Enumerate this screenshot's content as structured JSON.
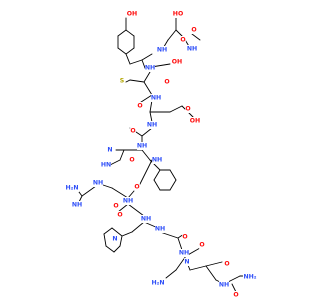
{
  "structure": {
    "colors": {
      "O": "#ff0d0d",
      "N": "#3050f8",
      "S": "#b2a600",
      "C": "#000000"
    },
    "atom_labels": [
      {
        "id": "oh-tyr",
        "element": "O",
        "text": "OH"
      },
      {
        "id": "oh-ser-side",
        "element": "O",
        "text": "HO"
      },
      {
        "id": "o-acetyl",
        "element": "O",
        "text": "O"
      },
      {
        "id": "nh-acetyl",
        "element": "N",
        "text": "NH"
      },
      {
        "id": "nh-tyr",
        "element": "N",
        "text": "NH"
      },
      {
        "id": "o-tyr-co",
        "element": "O",
        "text": "O"
      },
      {
        "id": "oh-ser2",
        "element": "O",
        "text": "OH"
      },
      {
        "id": "nh-ser2",
        "element": "N",
        "text": "NH"
      },
      {
        "id": "o-ser2-co",
        "element": "O",
        "text": "O"
      },
      {
        "id": "s-met",
        "element": "S",
        "text": "S"
      },
      {
        "id": "nh-met",
        "element": "N",
        "text": "NH"
      },
      {
        "id": "o-met-co",
        "element": "O",
        "text": "O"
      },
      {
        "id": "oh-glu",
        "element": "O",
        "text": "OH"
      },
      {
        "id": "o-glu-side",
        "element": "O",
        "text": "O"
      },
      {
        "id": "nh-glu",
        "element": "N",
        "text": "NH"
      },
      {
        "id": "o-glu-co",
        "element": "O",
        "text": "O"
      },
      {
        "id": "n-his1",
        "element": "N",
        "text": "N"
      },
      {
        "id": "n-his2",
        "element": "N",
        "text": "HN"
      },
      {
        "id": "nh-his",
        "element": "N",
        "text": "NH"
      },
      {
        "id": "o-his-co",
        "element": "O",
        "text": "O"
      },
      {
        "id": "nh-phe",
        "element": "N",
        "text": "NH"
      },
      {
        "id": "o-phe-co",
        "element": "O",
        "text": "O"
      },
      {
        "id": "nh-arg-side",
        "element": "N",
        "text": "NH"
      },
      {
        "id": "nh2-arg",
        "element": "N",
        "text": "H₂N"
      },
      {
        "id": "nh-arg-guan",
        "element": "N",
        "text": "NH"
      },
      {
        "id": "nh-arg",
        "element": "N",
        "text": "NH"
      },
      {
        "id": "o-arg-co",
        "element": "O",
        "text": "O"
      },
      {
        "id": "nh-trp",
        "element": "N",
        "text": "NH"
      },
      {
        "id": "nh-trp-indole",
        "element": "N",
        "text": "N"
      },
      {
        "id": "o-trp-co",
        "element": "O",
        "text": "O"
      },
      {
        "id": "nh-gly",
        "element": "N",
        "text": "NH"
      },
      {
        "id": "o-gly-co",
        "element": "O",
        "text": "O"
      },
      {
        "id": "nh-lys",
        "element": "N",
        "text": "NH"
      },
      {
        "id": "o-lys-co",
        "element": "O",
        "text": "O"
      },
      {
        "id": "nh2-lys",
        "element": "N",
        "text": "H₂N"
      },
      {
        "id": "n-pro",
        "element": "N",
        "text": "N"
      },
      {
        "id": "o-pro-co",
        "element": "O",
        "text": "O"
      },
      {
        "id": "nh-val",
        "element": "N",
        "text": "NH"
      },
      {
        "id": "nh2-terminal",
        "element": "N",
        "text": "NH₂"
      },
      {
        "id": "o-terminal",
        "element": "O",
        "text": "O"
      }
    ]
  }
}
